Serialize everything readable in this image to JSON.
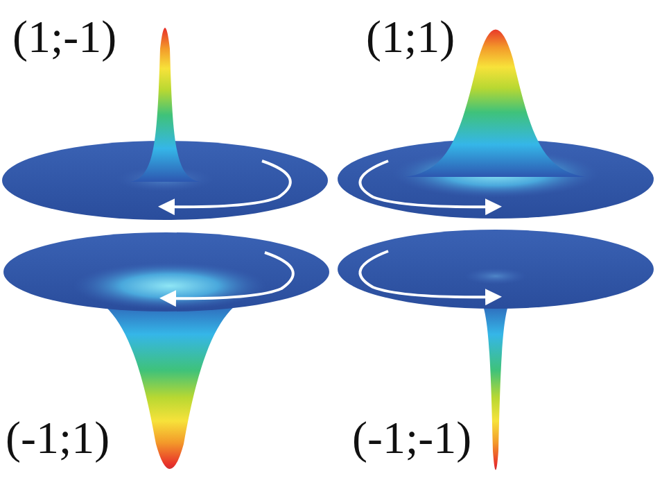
{
  "diagram": {
    "labels": [
      "(1;-1)",
      "(1;1)",
      "(-1;1)",
      "(-1;-1)"
    ]
  }
}
